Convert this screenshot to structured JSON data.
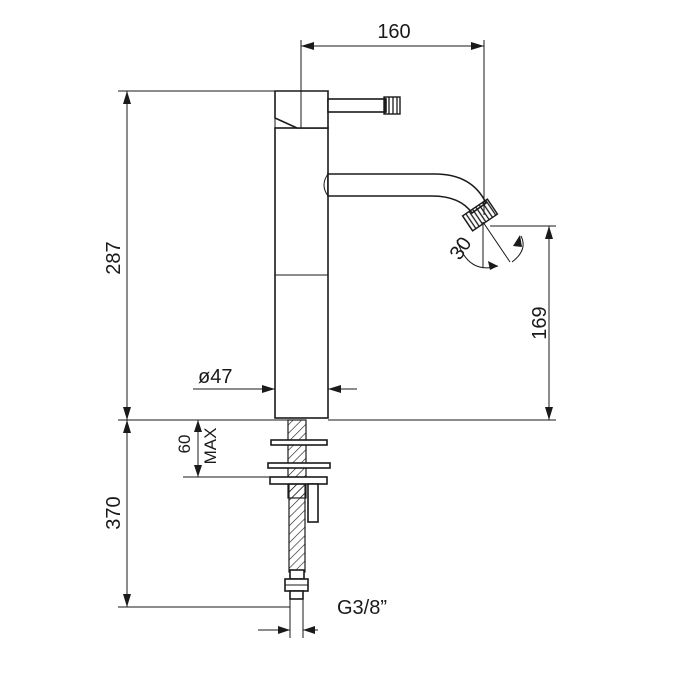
{
  "dimensions": {
    "width_spout": "160",
    "height_total": "287",
    "spout_height": "169",
    "angle": "30",
    "diameter": "ø47",
    "clamp_max_value": "60",
    "clamp_max_label": "MAX",
    "hose_length": "370",
    "thread": "G3/8”"
  },
  "colors": {
    "line": "#1a1a1a",
    "background": "#ffffff"
  }
}
